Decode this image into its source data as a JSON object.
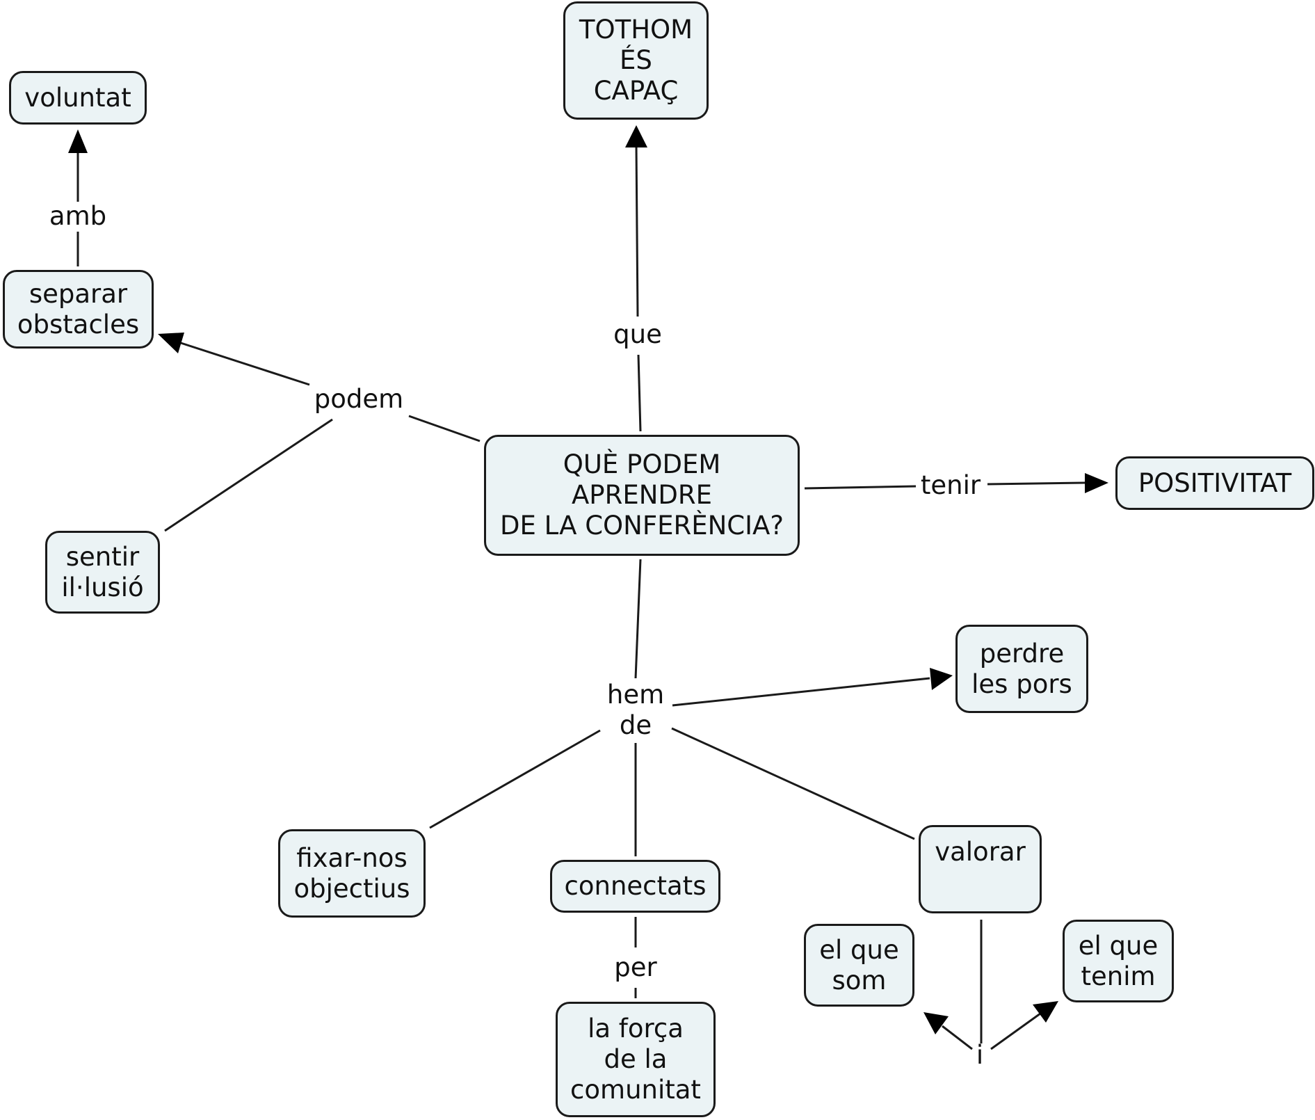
{
  "nodes": {
    "voluntat": "voluntat",
    "tothom": "TOTHOM\nÉS\nCAPAÇ",
    "separar": "separar\nobstacles",
    "central": "QUÈ PODEM\nAPRENDRE\nDE LA CONFERÈNCIA?",
    "positivitat": "POSITIVITAT",
    "sentir": "sentir\nil·lusió",
    "perdre": "perdre\nles pors",
    "fixar": "fixar-nos\nobjectius",
    "connectats": "connectats",
    "valorar": "valorar",
    "el_que_som": "el que\nsom",
    "el_que_tenim": "el que\ntenim",
    "forca": "la força\nde la\ncomunitat"
  },
  "links": {
    "amb": "amb",
    "que": "que",
    "podem": "podem",
    "tenir": "tenir",
    "hem_de": "hem\nde",
    "per": "per",
    "i": "i"
  },
  "colors": {
    "node_fill": "#ebf3f5",
    "stroke": "#1a1a1a"
  }
}
